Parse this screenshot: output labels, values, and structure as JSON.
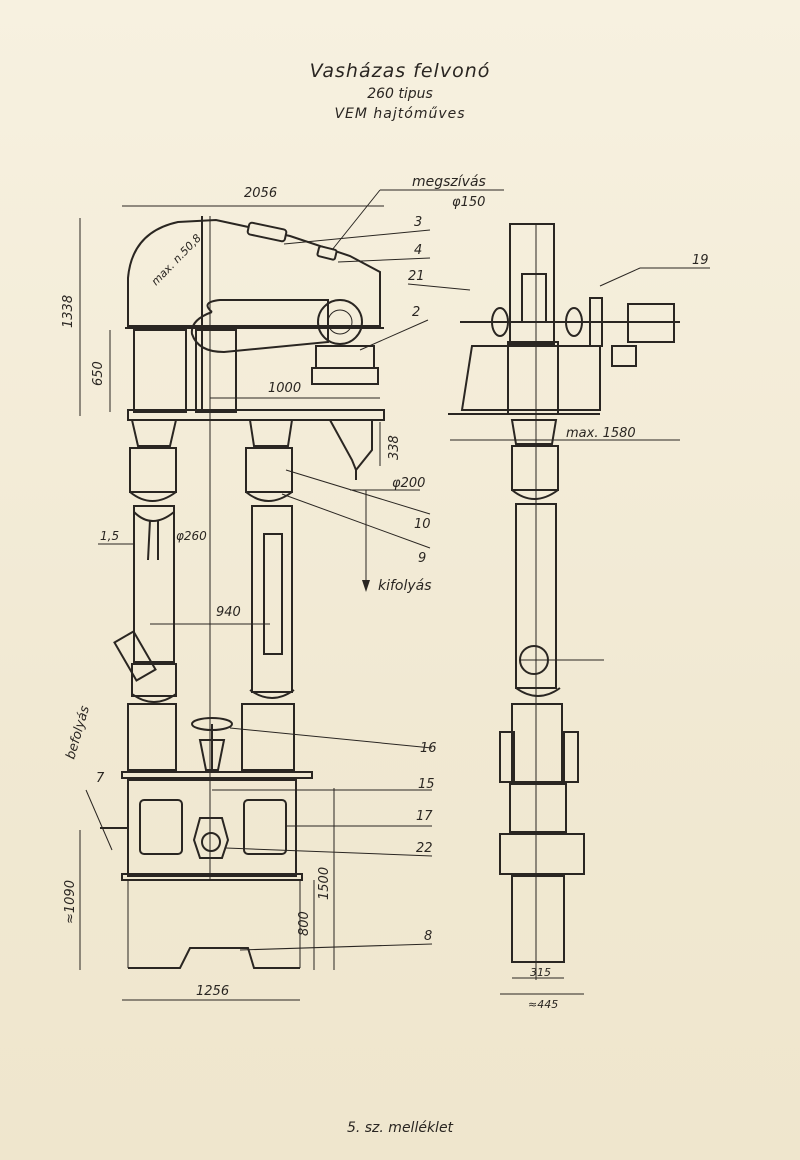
{
  "title": {
    "line1": "Vasházas felvonó",
    "line2": "260 tipus",
    "line3": "VEM hajtóműves"
  },
  "footer": "5. sz. melléklet",
  "dimensions": {
    "overall_width": "2056",
    "height_top": "1338",
    "height_650": "650",
    "span_1000": "1000",
    "drop_338": "338",
    "dia_200": "φ200",
    "thick_15": "1,5",
    "dia_260": "φ260",
    "span_940": "940",
    "height_1090": "≈1090",
    "height_1500": "1500",
    "height_800": "800",
    "base_1256": "1256",
    "max_1580": "max. 1580",
    "width_315": "315",
    "width_445": "≈445",
    "suction_label": "megszívás",
    "suction_dia": "φ150",
    "speed_label": "max. n.50,8",
    "outflow": "kifolyás",
    "inflow": "befolyás"
  },
  "parts": [
    "3",
    "4",
    "21",
    "19",
    "2",
    "10",
    "9",
    "16",
    "15",
    "17",
    "22",
    "7",
    "8"
  ]
}
